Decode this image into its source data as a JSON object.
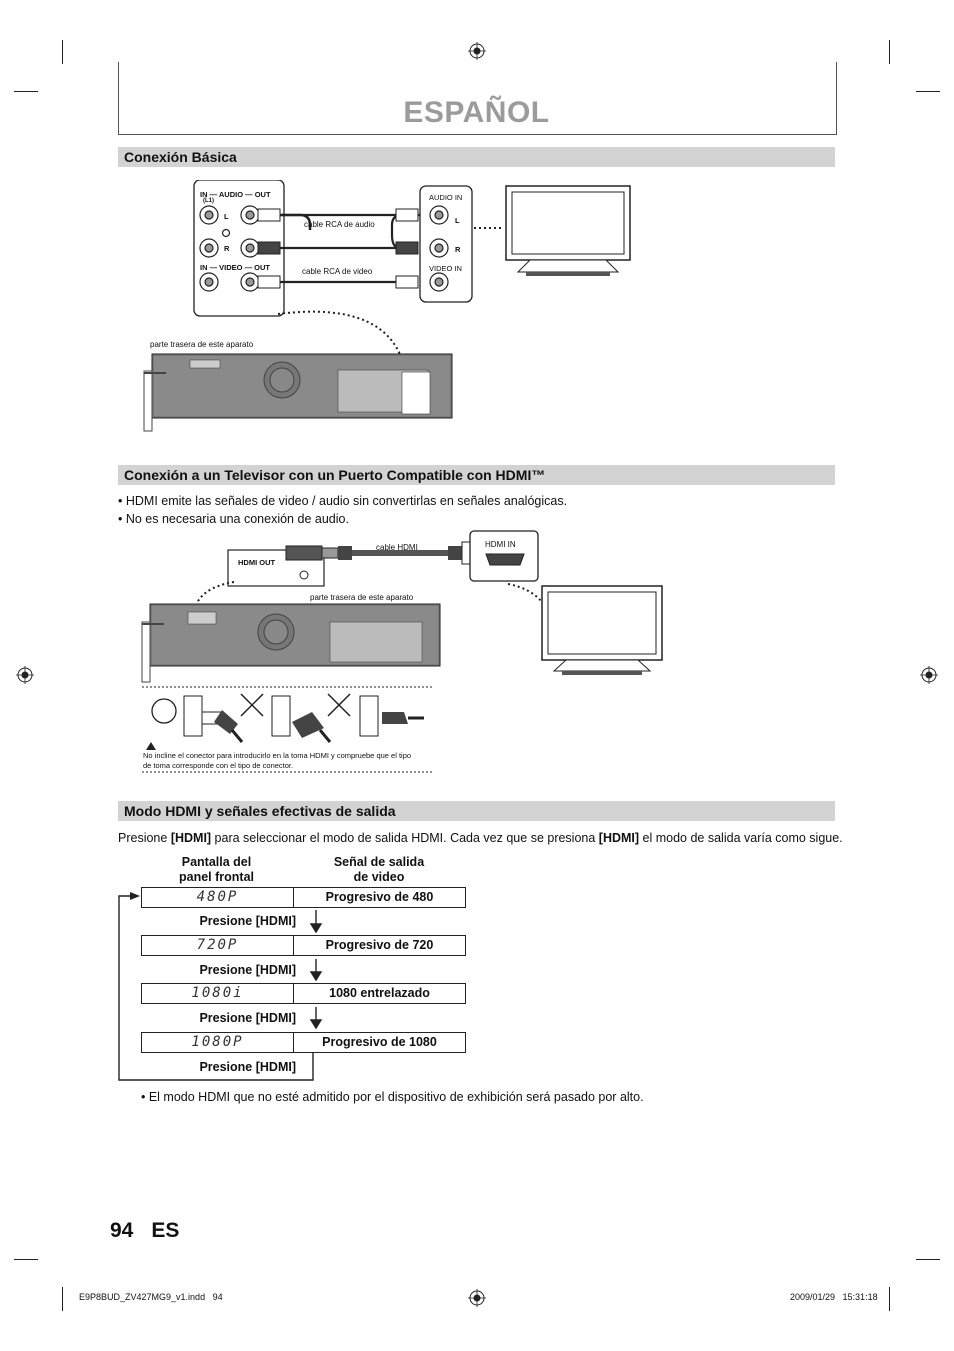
{
  "header": {
    "title": "ESPAÑOL"
  },
  "sections": {
    "basic": {
      "title": "Conexión Básica"
    },
    "hdmi": {
      "title": "Conexión a un Televisor con un Puerto Compatible con HDMI™"
    },
    "hdmi_mode": {
      "title": "Modo HDMI y señales efectivas de salida"
    }
  },
  "basic_diagram": {
    "in_audio_out": "IN — AUDIO — OUT",
    "l1": "(L1)",
    "l": "L",
    "r": "R",
    "in_video_out": "IN — VIDEO — OUT",
    "audio_in": "AUDIO IN",
    "video_in": "VIDEO IN",
    "cable_audio": "cable RCA de audio",
    "cable_video": "cable RCA de video",
    "rear_label": "parte trasera de este aparato"
  },
  "hdmi_bullets": [
    "• HDMI emite las señales de video / audio sin convertirlas en señales analógicas.",
    "• No es necesaria una conexión de audio."
  ],
  "hdmi_diagram": {
    "hdmi_out": "HDMI OUT",
    "cable_hdmi": "cable HDMI",
    "hdmi_in": "HDMI IN",
    "rear_label": "parte trasera de este aparato"
  },
  "warning": {
    "line1": "No incline el conector para introducirlo en la toma HDMI y compruebe que el tipo",
    "line2": "de toma corresponde con el tipo de conector."
  },
  "mode": {
    "intro_before": "Presione ",
    "intro_key1": "[HDMI]",
    "intro_mid": " para seleccionar el modo de salida HDMI. Cada vez que se presiona ",
    "intro_key2": "[HDMI]",
    "intro_after": " el modo de salida varía como sigue.",
    "col1_line1": "Pantalla del",
    "col1_line2": "panel frontal",
    "col2_line1": "Señal de salida",
    "col2_line2": "de video",
    "rows": [
      {
        "display": "480P",
        "signal": "Progresivo de 480"
      },
      {
        "display": "720P",
        "signal": "Progresivo de 720"
      },
      {
        "display": "1080i",
        "signal": "1080 entrelazado"
      },
      {
        "display": "1080P",
        "signal": "Progresivo de 1080"
      }
    ],
    "press_label": "Presione [HDMI]",
    "note": "• El modo HDMI que no esté admitido por el dispositivo de exhibición será pasado por alto."
  },
  "page": {
    "number": "94",
    "lang": "ES"
  },
  "footer": {
    "file": "E9P8BUD_ZV427MG9_v1.indd   94",
    "date": "2009/01/29   15:31:18"
  }
}
